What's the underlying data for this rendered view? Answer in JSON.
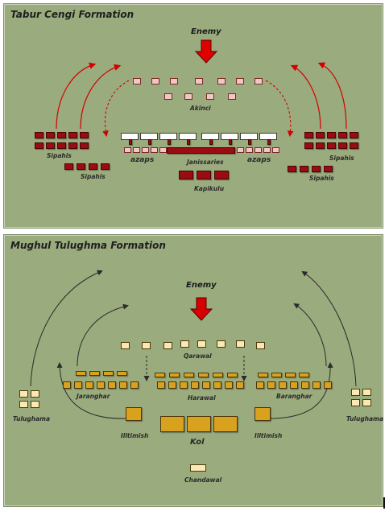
{
  "top": {
    "title": "Tabur Cengi Formation",
    "enemy": "Enemy",
    "labels": {
      "akinci": "Akinci",
      "sipahis": "Sipahis",
      "azaps": "azaps",
      "janissaries": "Janissaries",
      "kapikulu": "Kapikulu"
    }
  },
  "bottom": {
    "title": "Mughul Tulughma Formation",
    "enemy": "Enemy",
    "labels": {
      "qarawal": "Qarawal",
      "jaranghar": "Jaranghar",
      "harawal": "Harawal",
      "baranghar": "Baranghar",
      "tulughama": "Tulughama",
      "illtimish": "Illtimish",
      "kol": "Kol",
      "chandawal": "Chandawal"
    }
  },
  "colors": {
    "panel_bg": "#9aab7d",
    "ottoman_red": "#9b0c12",
    "ottoman_pink": "#f3c6c6",
    "arrow_red": "#e00000",
    "mughal_gold": "#d8a21e",
    "mughal_cream": "#fbe8b2"
  }
}
